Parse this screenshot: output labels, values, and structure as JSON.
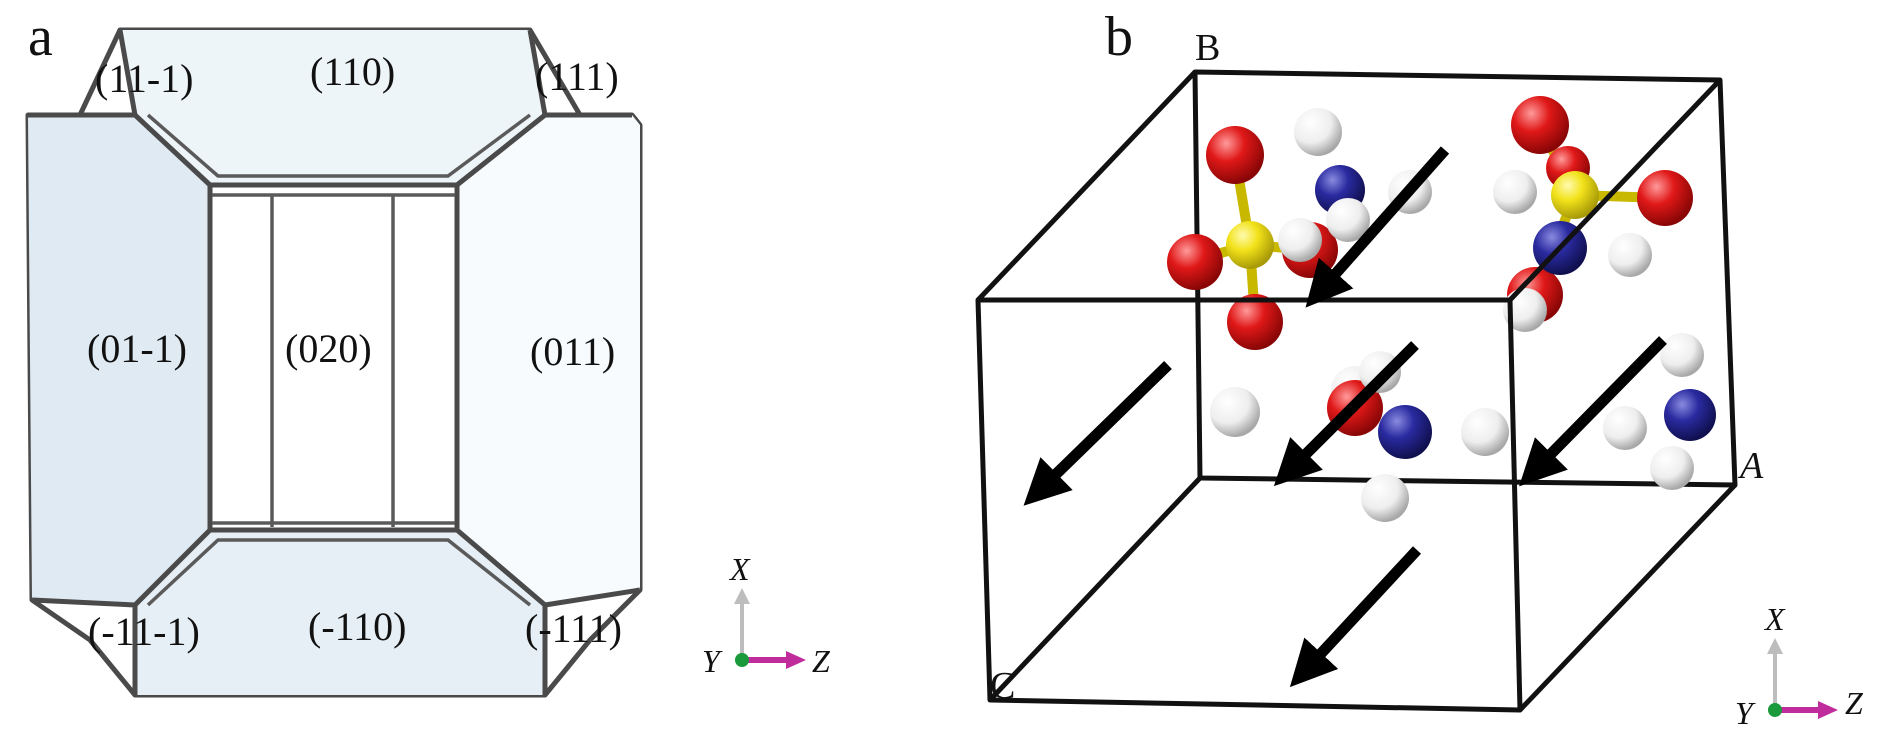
{
  "panel_a": {
    "letter": "a",
    "faces": {
      "f11m1": "(11-1)",
      "f110": "(110)",
      "f111": "(111)",
      "f01m1": "(01-1)",
      "f020": "(020)",
      "f011": "(011)",
      "fm11m1": "(-11-1)",
      "fm110": "(-110)",
      "fm111": "(-111)"
    },
    "axes": {
      "x": "X",
      "y": "Y",
      "z": "Z"
    }
  },
  "panel_b": {
    "letter": "b",
    "corners": {
      "b": "B",
      "a": "A",
      "c": "C"
    },
    "axes": {
      "x": "X",
      "y": "Y",
      "z": "Z"
    }
  },
  "colors": {
    "oxygen": "#e01818",
    "sulfur": "#f2e21a",
    "nitrogen": "#2a2aa0",
    "hydrogen": "#f2f2f2",
    "facet_fill": "#e8f1f6",
    "axis_z_arrow": "#c02c9c",
    "axis_y_dot": "#1a9a3a"
  }
}
